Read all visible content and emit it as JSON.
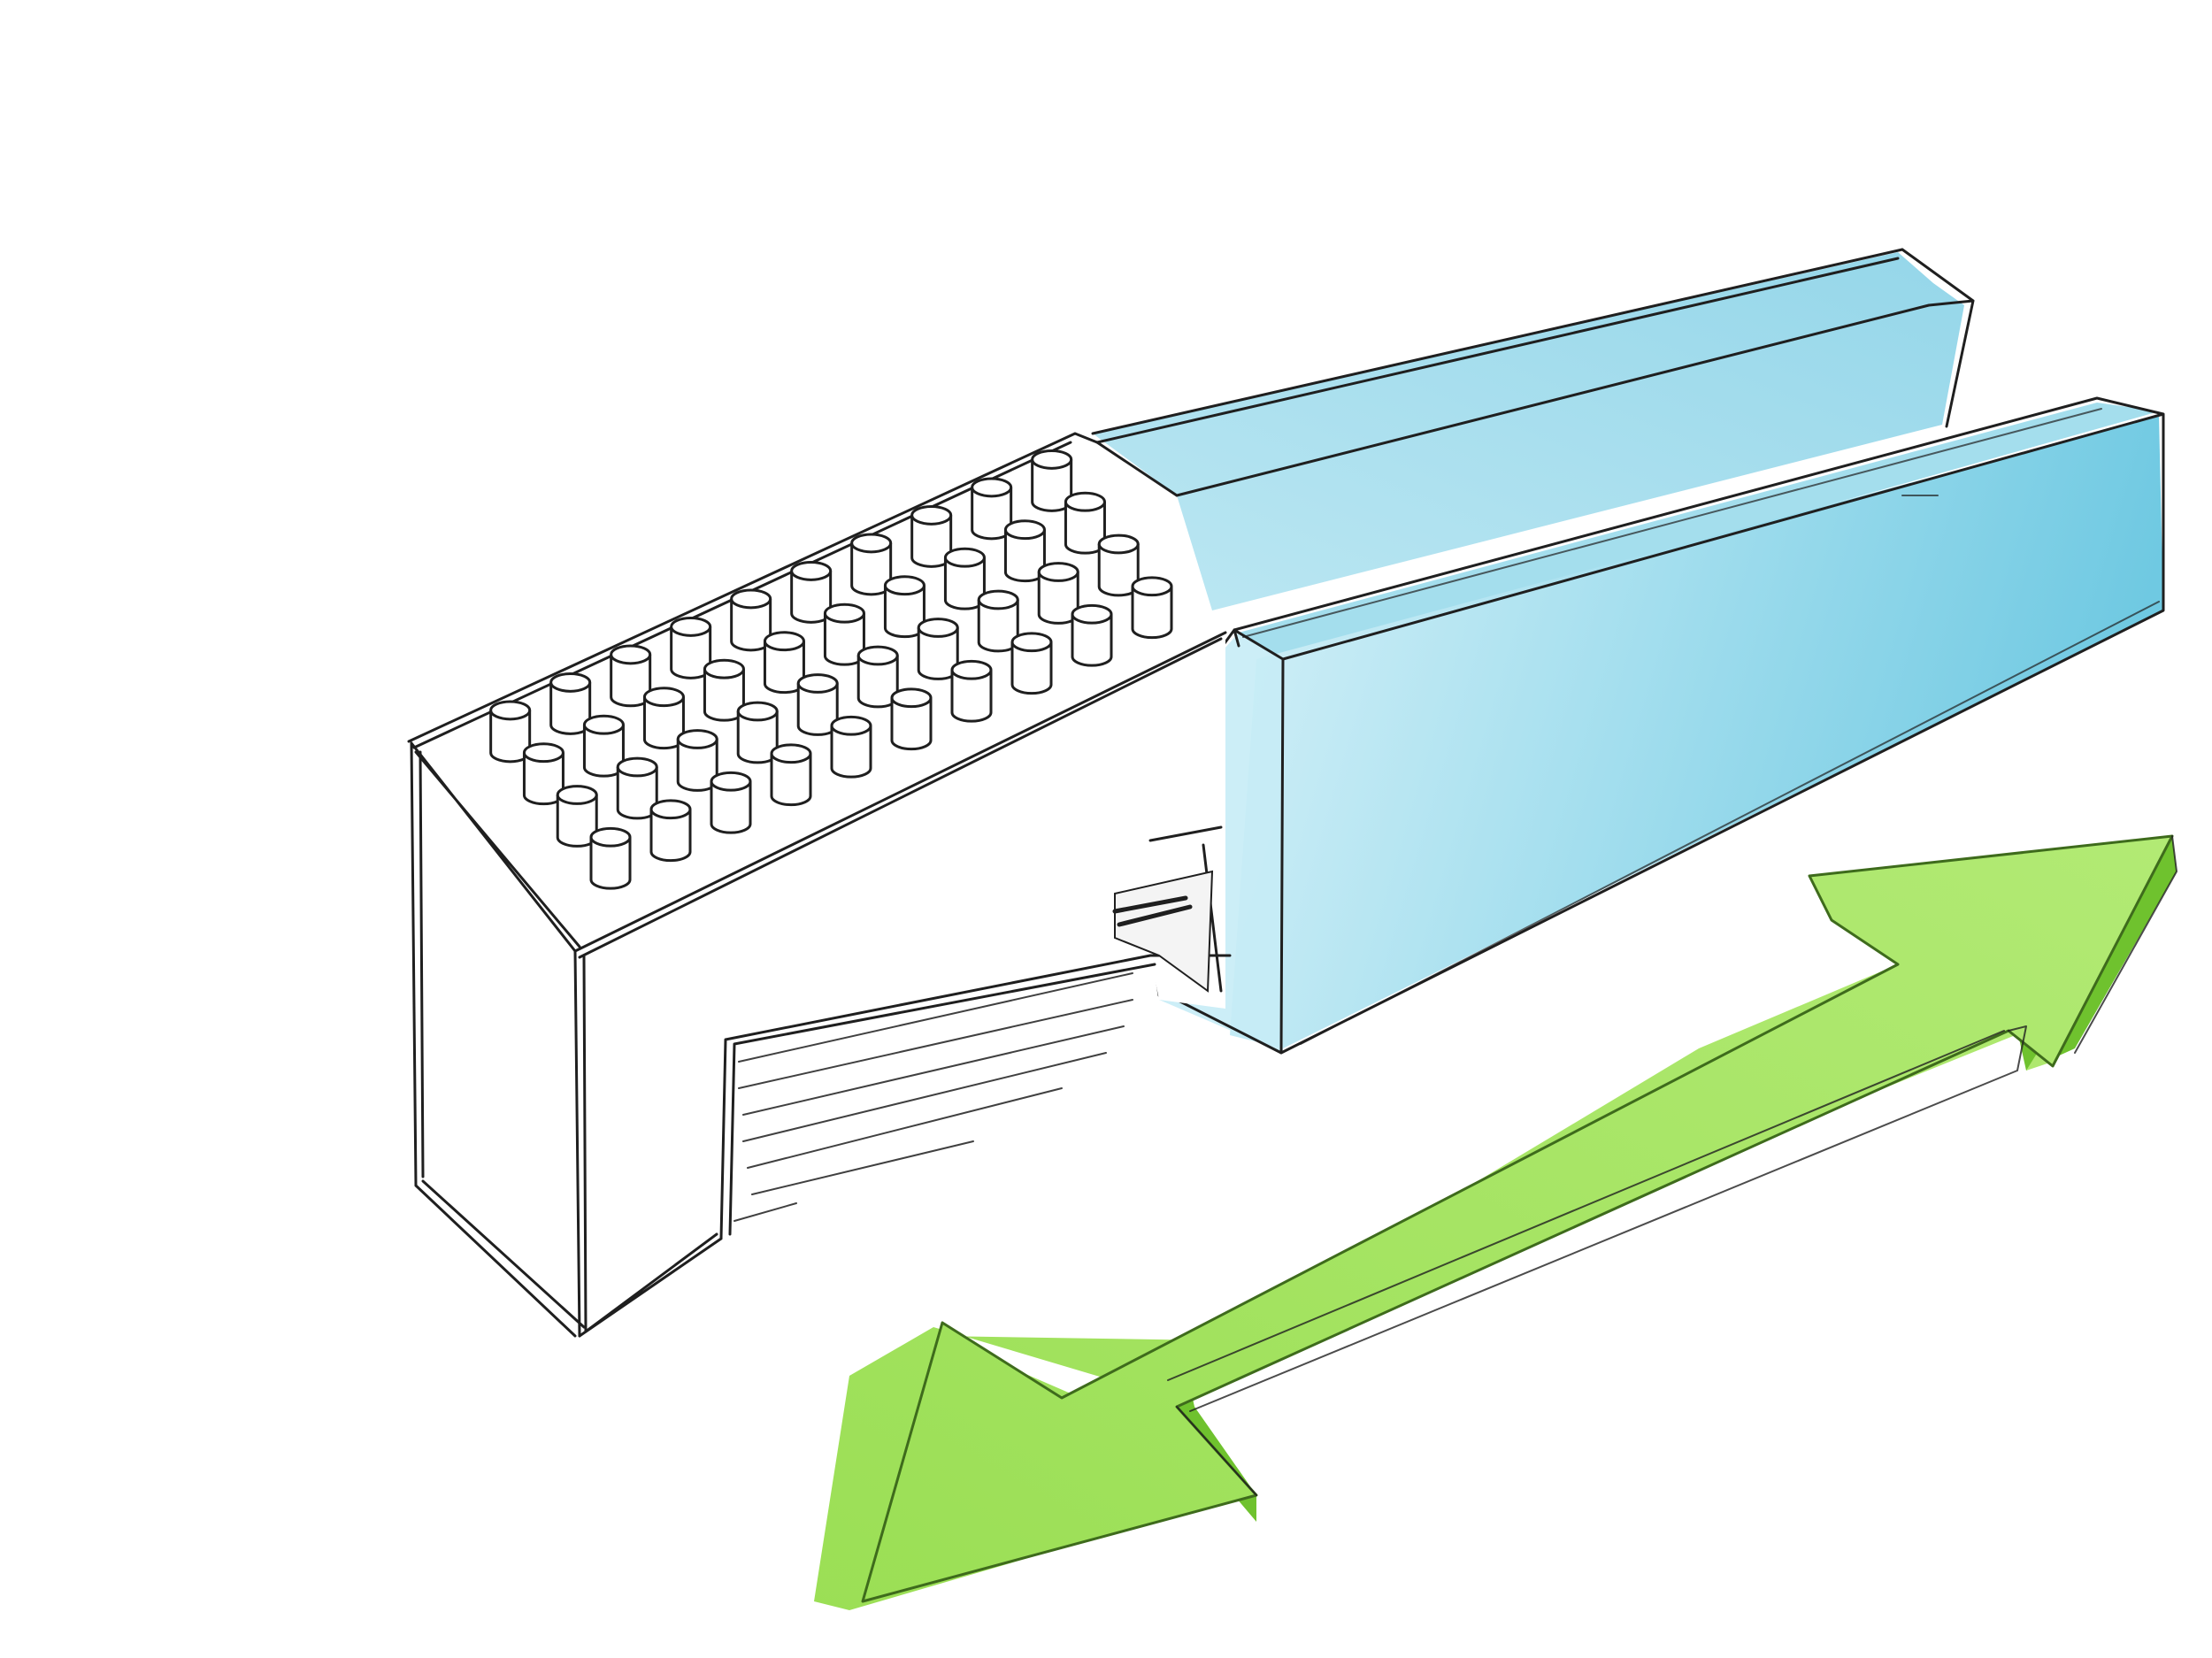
{
  "illustration": {
    "subject": "sketch-of-block-with-pegs-and-blue-sleeve",
    "colors": {
      "background": "#ffffff",
      "ink": "#1f1f1f",
      "sleeve_fill": "#7fd0e6",
      "sleeve_light": "#d6f1f8",
      "arrow_fill": "#a4e660",
      "arrow_dark": "#6fc22e"
    },
    "peg_count": 40,
    "arrow": "double-headed-arrow"
  }
}
